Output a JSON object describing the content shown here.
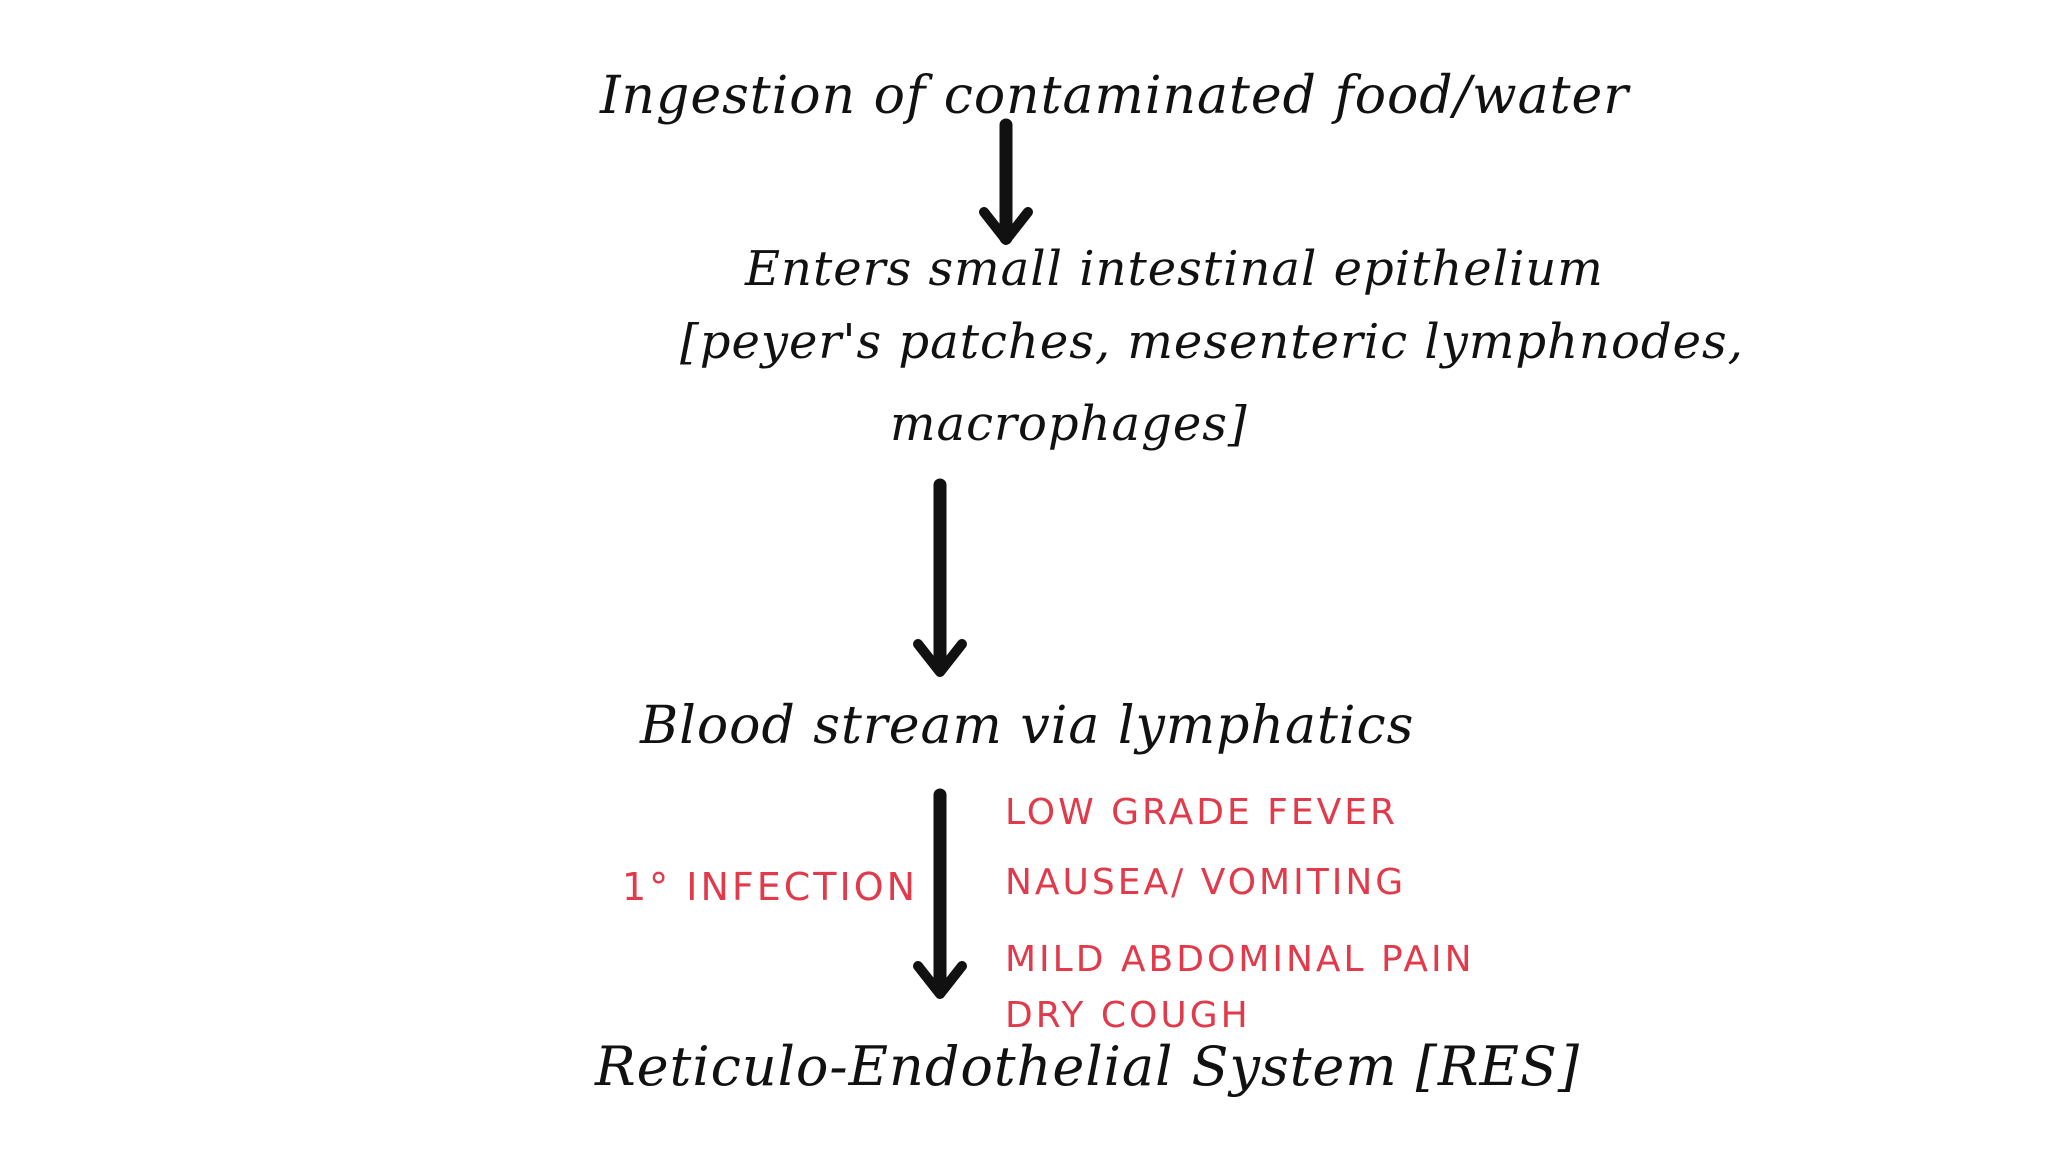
{
  "diagram": {
    "nodes": [
      {
        "id": "ingestion",
        "lines": [
          "Ingestion of contaminated food/water"
        ]
      },
      {
        "id": "enters",
        "lines": [
          "Enters small intestinal epithelium",
          "[peyer's patches, mesenteric lymphnodes,",
          "macrophages]"
        ]
      },
      {
        "id": "bloodstream",
        "lines": [
          "Blood stream via lymphatics"
        ]
      },
      {
        "id": "res",
        "lines": [
          "Reticulo-Endothelial System [RES]"
        ]
      }
    ],
    "side_label": "1° INFECTION",
    "symptoms": [
      "LOW GRADE FEVER",
      "NAUSEA/ VOMITING",
      "MILD ABDOMINAL PAIN",
      "DRY COUGH"
    ],
    "colors": {
      "ink": "#111111",
      "accent": "#e03a4b",
      "background": "#ffffff"
    }
  }
}
